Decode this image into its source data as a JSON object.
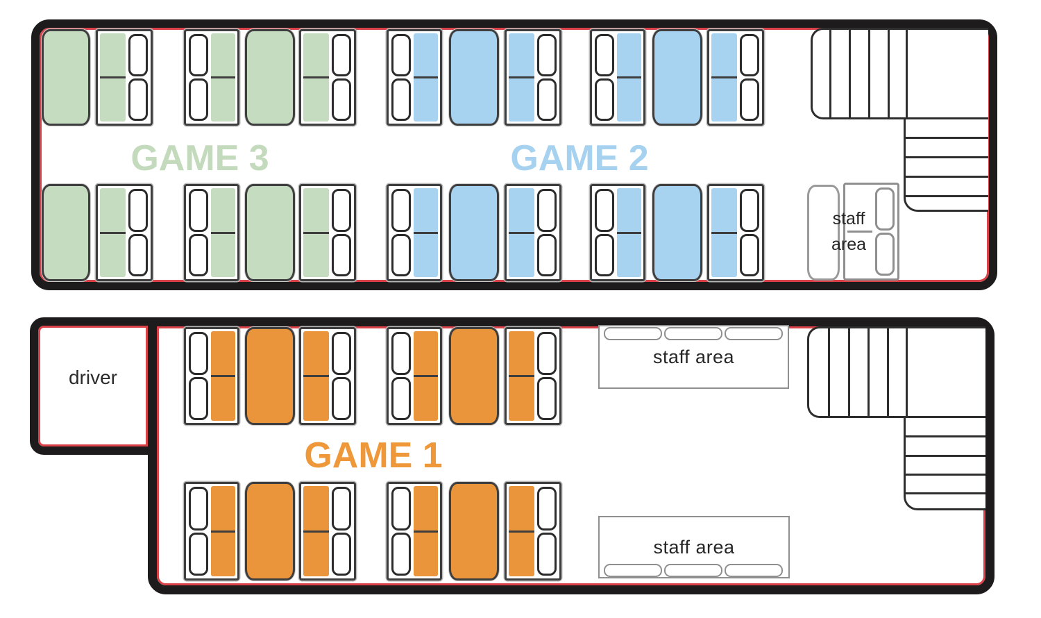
{
  "diagram": {
    "type": "double-decker bus seating plan",
    "decks": {
      "upper": {
        "games": [
          {
            "id": "game3",
            "label": "GAME 3",
            "seat_color": "#c6dcc1",
            "label_color": "#c3dabc",
            "booth_seats": 6,
            "tables": 4
          },
          {
            "id": "game2",
            "label": "GAME 2",
            "seat_color": "#a8d3f0",
            "label_color": "#a6d2f0",
            "booth_seats": 8,
            "tables": 4
          }
        ],
        "staff_area": {
          "line1": "staff",
          "line2": "area"
        },
        "has_staircase": true
      },
      "lower": {
        "driver_label": "driver",
        "games": [
          {
            "id": "game1",
            "label": "GAME 1",
            "seat_color": "#ea953c",
            "label_color": "#ee9839",
            "booth_seats": 8,
            "tables": 4
          }
        ],
        "staff_areas": [
          {
            "label": "staff area"
          },
          {
            "label": "staff area"
          }
        ],
        "has_staircase": true
      }
    },
    "colors": {
      "outline_black": "#1d1b1b",
      "accent_red_line": "#da4148",
      "staff_outline_gray": "#8f8f8f",
      "seat_outline": "#3e3e3e"
    }
  }
}
